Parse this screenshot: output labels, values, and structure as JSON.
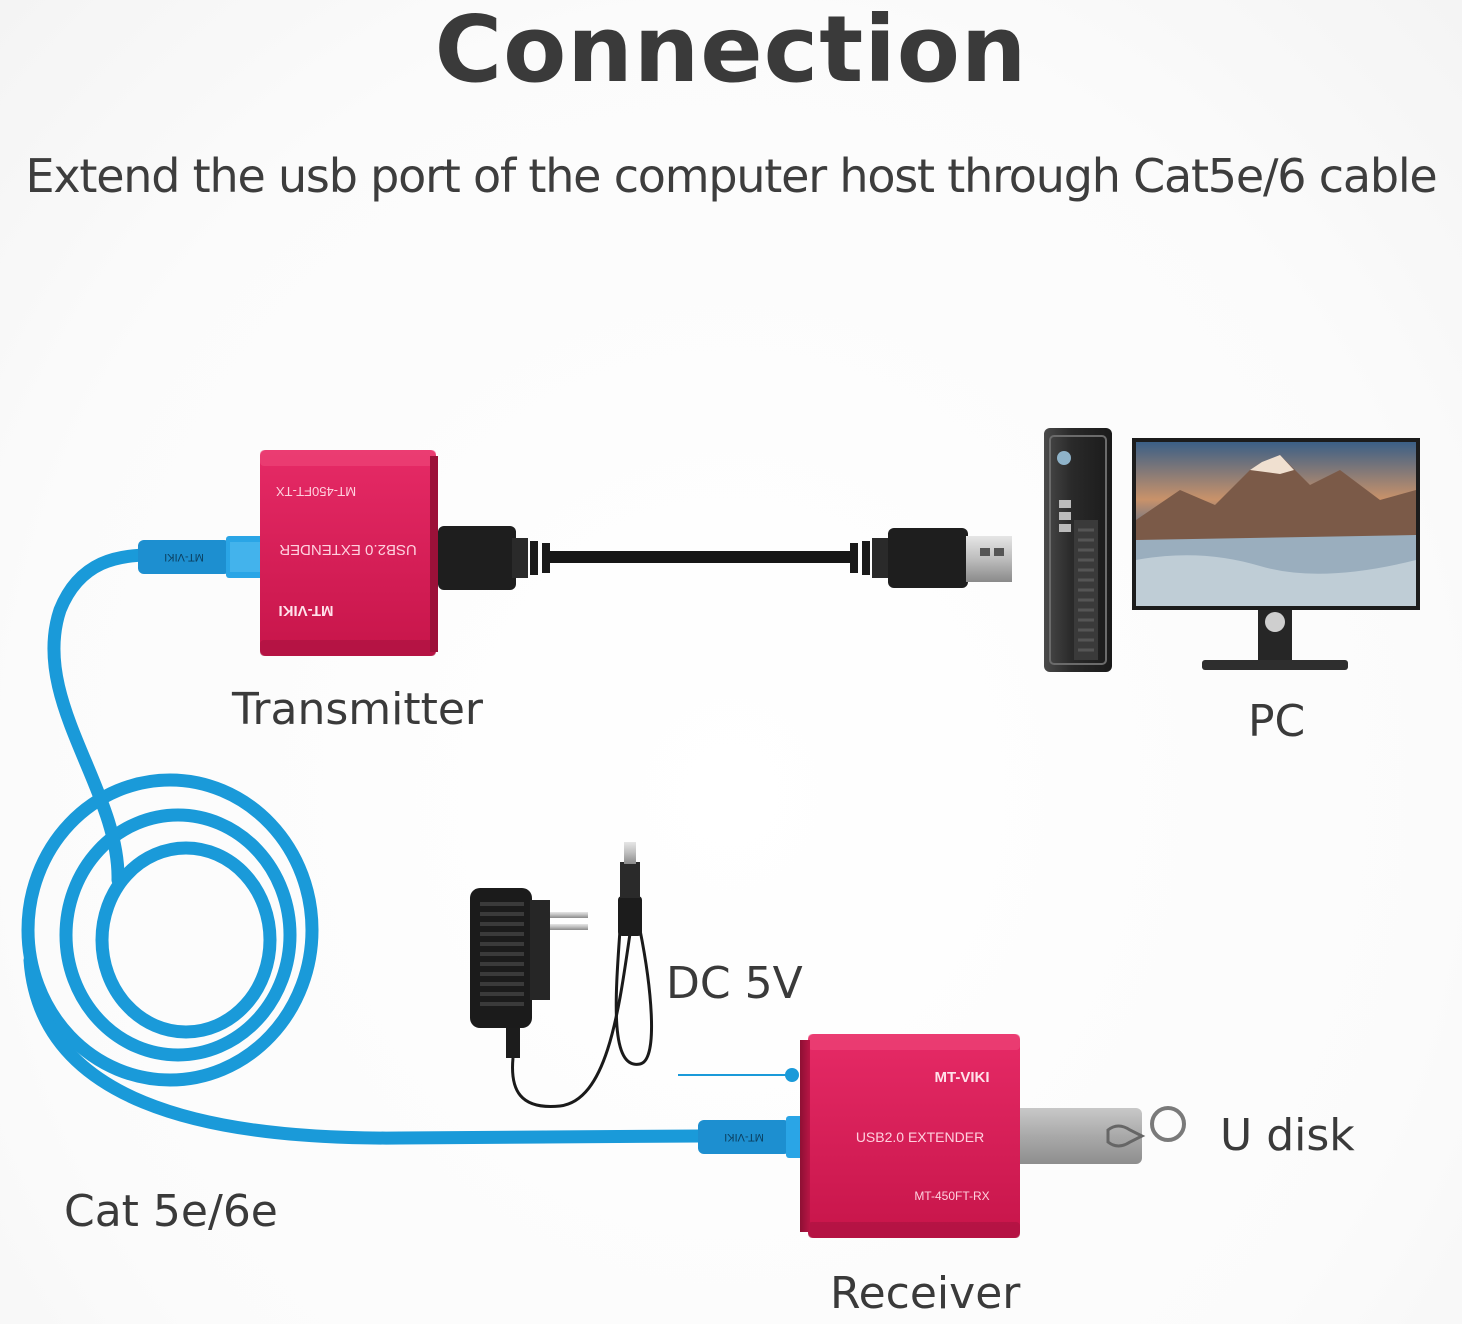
{
  "header": {
    "title": "Connection",
    "subtitle": "Extend the usb port of the computer host through Cat5e/6 cable"
  },
  "labels": {
    "transmitter": "Transmitter",
    "pc": "PC",
    "dc": "DC 5V",
    "udisk": "U disk",
    "cable": "Cat 5e/6e",
    "receiver": "Receiver"
  },
  "devices": {
    "transmitter": {
      "brand": "MT-VIKI",
      "product": "USB2.0 EXTENDER",
      "model": "MT-450FT-TX"
    },
    "receiver": {
      "brand": "MT-VIKI",
      "product": "USB2.0 EXTENDER",
      "model": "MT-450FT-RX"
    },
    "rj45_boot_text": "MT-VIKI"
  },
  "colors": {
    "device_red": "#d41f56",
    "cable_blue": "#1a9ad9",
    "dot_blue": "#1a9ad9"
  }
}
